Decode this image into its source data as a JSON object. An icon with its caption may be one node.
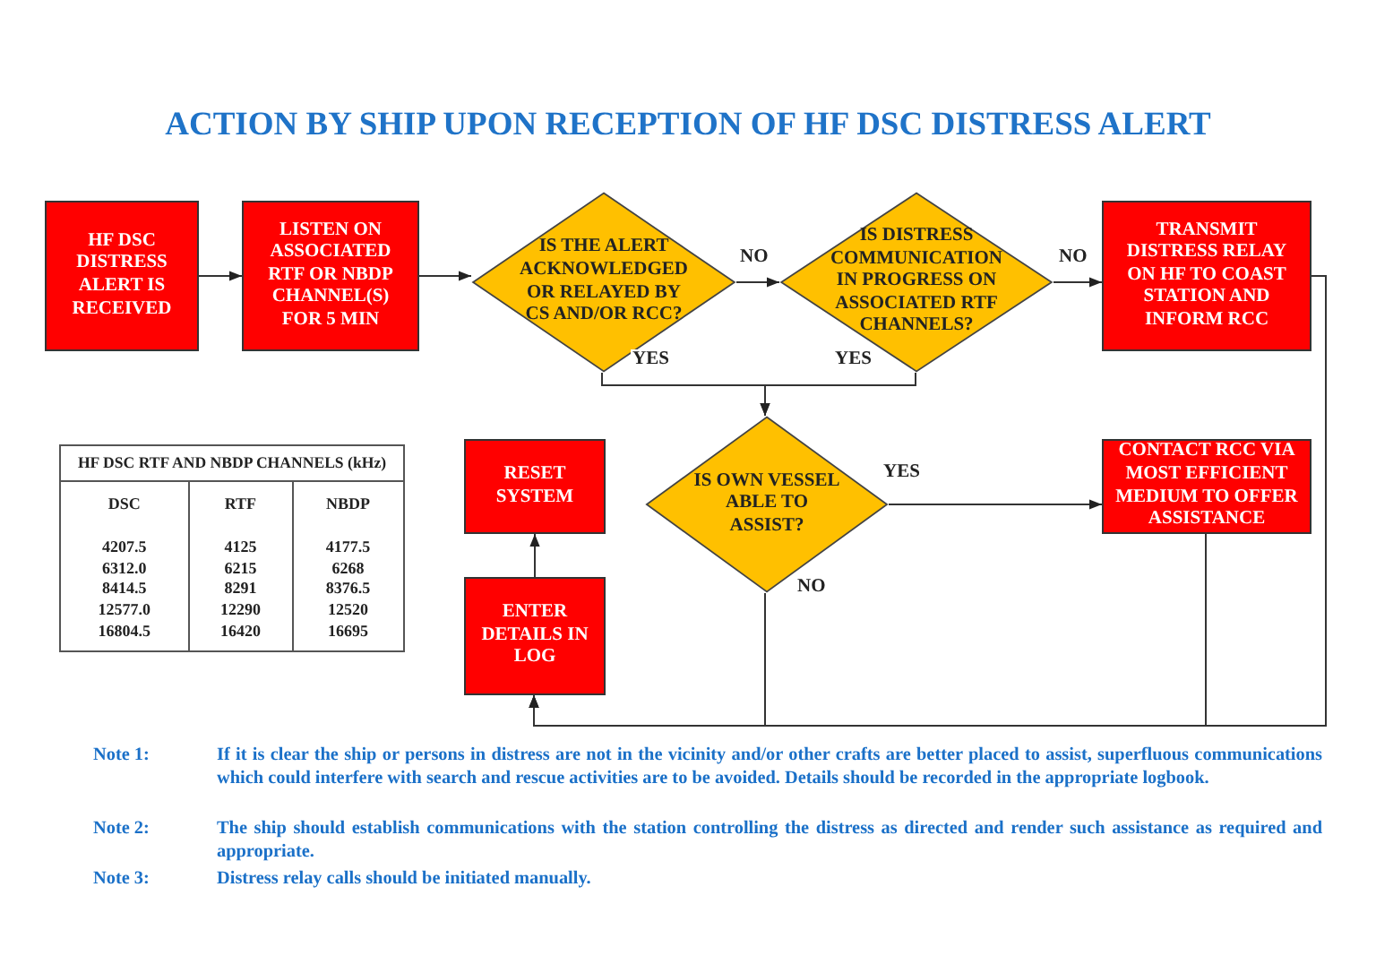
{
  "diagram": {
    "title": "ACTION BY SHIP UPON RECEPTION OF HF DSC DISTRESS ALERT",
    "nodes": [
      {
        "text": [
          "HF DSC DISTRESS ALERT IS RECEIVED"
        ]
      },
      {
        "text": [
          "LISTEN ON ASSOCIATED RTF OR NBDP CHANNEL(S) FOR 5 MIN"
        ]
      },
      {
        "text": [
          "IS THE ALERT ACKNOWLEDGED OR RELAYED BY CS AND/OR RCC?"
        ]
      },
      {
        "text": [
          "IS DISTRESS COMMUNICATION IN PROGRESS ON ASSOCIATED RTF CHANNELS?"
        ]
      },
      {
        "text": [
          "TRANSMIT DISTRESS RELAY ON HF TO COAST STATION AND INFORM RCC"
        ]
      },
      {
        "text": [
          "RESET SYSTEM"
        ]
      },
      {
        "text": [
          "IS OWN VESSEL ABLE TO ASSIST?"
        ]
      },
      {
        "text": [
          "CONTACT RCC VIA MOST EFFICIENT MEDIUM TO OFFER ASSISTANCE"
        ]
      },
      {
        "text": [
          "ENTER DETAILS IN LOG"
        ]
      }
    ],
    "edges": [
      {
        "from": 0,
        "to": 1,
        "arrow": "to"
      },
      {
        "from": 1,
        "to": 2,
        "arrow": "to"
      },
      {
        "from": 2,
        "to": 3,
        "arrow": "to",
        "label": "NO"
      },
      {
        "from": 3,
        "to": 4,
        "arrow": "to",
        "label": "NO"
      },
      {
        "from": 2,
        "to": 6,
        "arrow": "to",
        "label": "YES"
      },
      {
        "from": 3,
        "to": 6,
        "arrow": "to",
        "label": "YES"
      },
      {
        "from": 6,
        "to": 7,
        "arrow": "to",
        "label": "YES"
      },
      {
        "from": 6,
        "to": 8,
        "arrow": "to",
        "label": "NO"
      },
      {
        "from": 7,
        "to": 8,
        "arrow": "to"
      },
      {
        "from": 4,
        "to": 8,
        "arrow": "to"
      },
      {
        "from": 8,
        "to": 5,
        "arrow": "to"
      }
    ],
    "labels": [
      "HF DSC RTF AND NBDP CHANNELS (kHz)",
      "DSC",
      "RTF",
      "NBDP",
      "4207.5",
      "4125",
      "4177.5",
      "6312.0",
      "6215",
      "6268",
      "8414.5",
      "8291",
      "8376.5",
      "12577.0",
      "12290",
      "12520",
      "16804.5",
      "16420",
      "16695",
      "Note 1:",
      "If it is clear the ship or persons in distress are not in the vicinity and/or other crafts are better placed to assist, superfluous communications which could interfere with search and rescue activities are to be avoided. Details should be recorded in the appropriate logbook.",
      "Note 2:",
      "The ship should establish communications with the station controlling the distress as directed and render such assistance as required and appropriate.",
      "Note 3:",
      "Distress relay calls should be initiated manually."
    ]
  }
}
